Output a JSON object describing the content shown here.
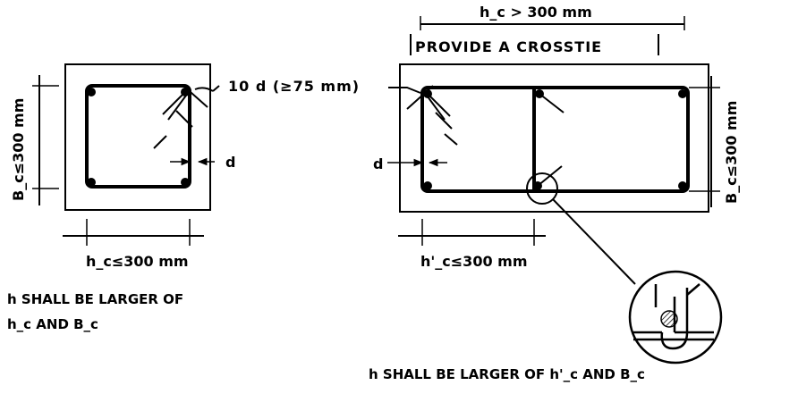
{
  "left_section": {
    "vertical_dim": "B_c≤300 mm",
    "horizontal_dim": "h_c≤300 mm",
    "bar_dia_label": "d",
    "note_line1": "h SHALL BE LARGER OF",
    "note_line2": "h_c AND B_c"
  },
  "hook_extension_label": "10 d (≥75 mm)",
  "right_section": {
    "top_dim": "h_c > 300 mm",
    "crosstie_note": "PROVIDE A CROSSTIE",
    "vertical_dim": "B_c≤300 mm",
    "horizontal_dim": "h'_c≤300 mm",
    "bar_dia_label": "d",
    "note": "h SHALL BE LARGER OF h'_c AND B_c"
  }
}
